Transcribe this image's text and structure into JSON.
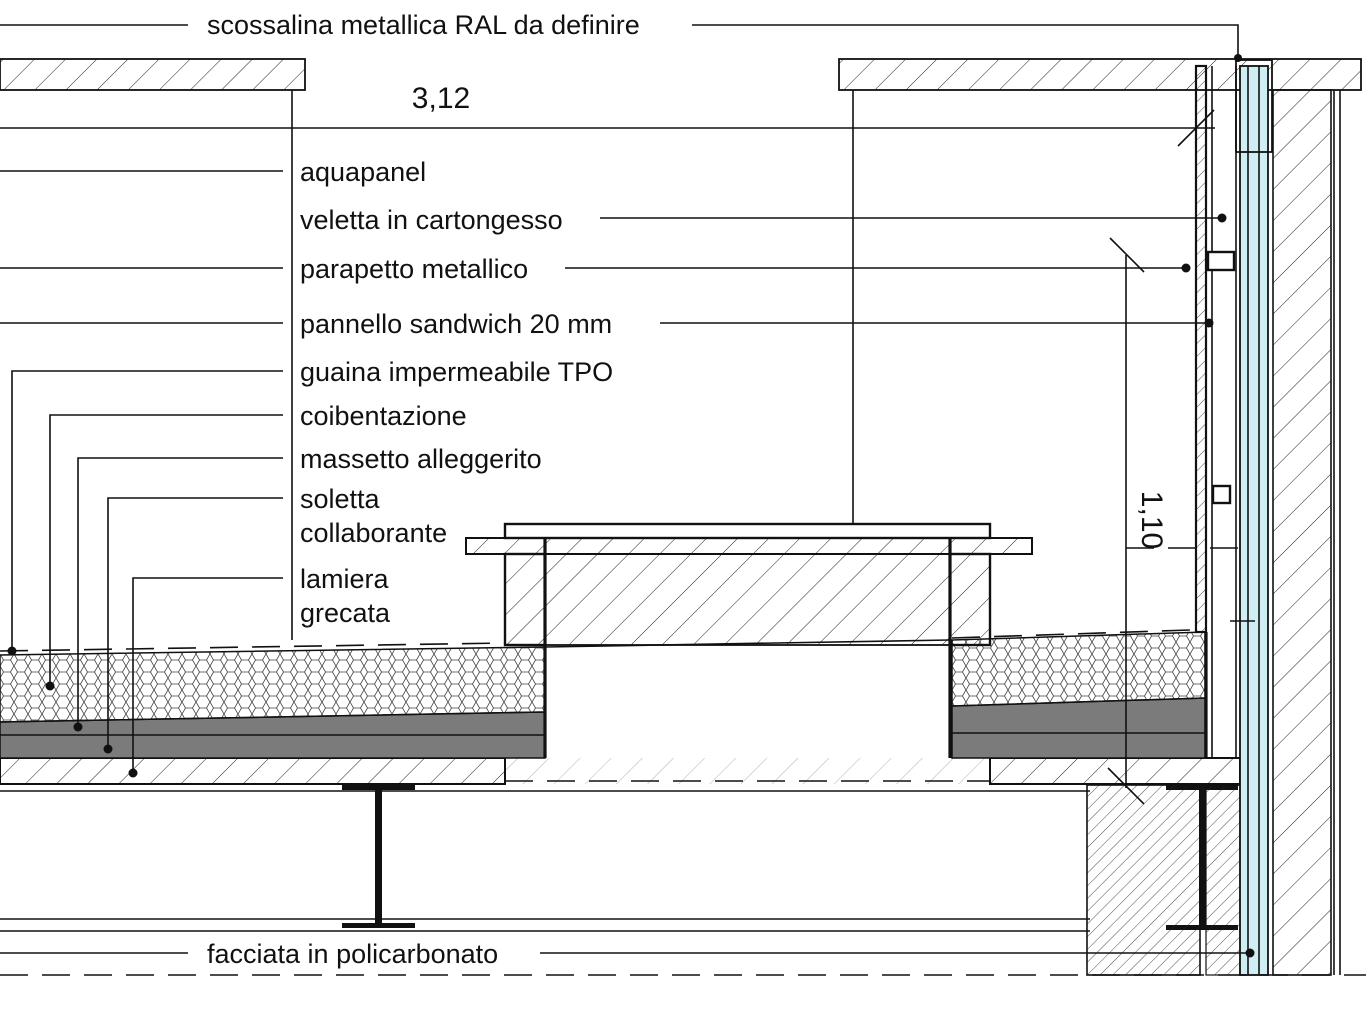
{
  "drawing": {
    "labels": {
      "flashing": "scossalina metallica RAL da definire",
      "aquapanel": "aquapanel",
      "plasterboard": "veletta in cartongesso",
      "railing": "parapetto metallico",
      "sandwich_panel": "pannello sandwich 20 mm",
      "membrane": "guaina impermeabile TPO",
      "insulation": "coibentazione",
      "screed": "massetto alleggerito",
      "slab_line1": "soletta",
      "slab_line2": "collaborante",
      "deck_line1": "lamiera",
      "deck_line2": "grecata",
      "facade": "facciata in policarbonato"
    },
    "dimensions": {
      "width": "3,12",
      "height": "1,10"
    },
    "colors": {
      "line": "#111111",
      "screed_fill": "#7b7b7b",
      "glass_fill": "#cfeef4",
      "background": "#ffffff"
    }
  }
}
